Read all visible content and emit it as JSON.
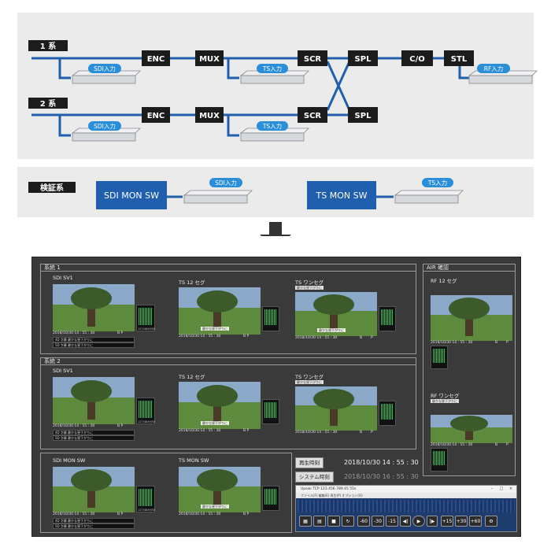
{
  "diagram": {
    "sys1_label": "1 系",
    "sys2_label": "2 系",
    "verify_label": "検証系",
    "enc": "ENC",
    "mux": "MUX",
    "scr": "SCR",
    "spl": "SPL",
    "co": "C/O",
    "stl": "STL",
    "sdi_in": "SDI入力",
    "ts_in": "TS入力",
    "rf_in": "RF入力",
    "sdi_mon_sw": "SDI  MON SW",
    "ts_mon_sw": "TS  MON SW",
    "colors": {
      "accent": "#1f5fae",
      "pill": "#2a8fd8",
      "box": "#1c1c1c",
      "band": "#ebebeb"
    }
  },
  "wall": {
    "sys1_title": "系統 1",
    "sys2_title": "系統 2",
    "air_title": "AIR 確認",
    "sdi_sv1": "SDI    SV1",
    "ts12": "TS 12 セグ",
    "ts1": "TS ワンセグ",
    "rf12": "RF 12 セグ",
    "rf1": "RF ワンセグ",
    "sdi_mon": "SDI MON SW",
    "ts_mon": "TS MON SW",
    "stamp": "2018/10/30    14 : 55 : 30",
    "bp": "B       P",
    "b": "B",
    "p": "P",
    "sub1": "4D 字幕   静かな昼下がりに",
    "sub2": "5D 字幕   静かな昼下がりに",
    "overlay": "静かな昼下がりに",
    "meter_label": "127/4849/50",
    "playback_label": "再生時刻",
    "playback_value": "2018/10/30    14 : 55 : 30",
    "system_label": "システム時刻",
    "system_value": "2018/10/30    16 : 55 : 30",
    "player_title": "Upsok TCP 123.456.789.45  55s",
    "player_menu": "ファイル(F)   編集(E)   再生(P)   オプション(O)",
    "btn_m60": "-60",
    "btn_m30": "-30",
    "btn_m15": "-15",
    "btn_p15": "+15",
    "btn_p30": "+30",
    "btn_p60": "+60"
  }
}
